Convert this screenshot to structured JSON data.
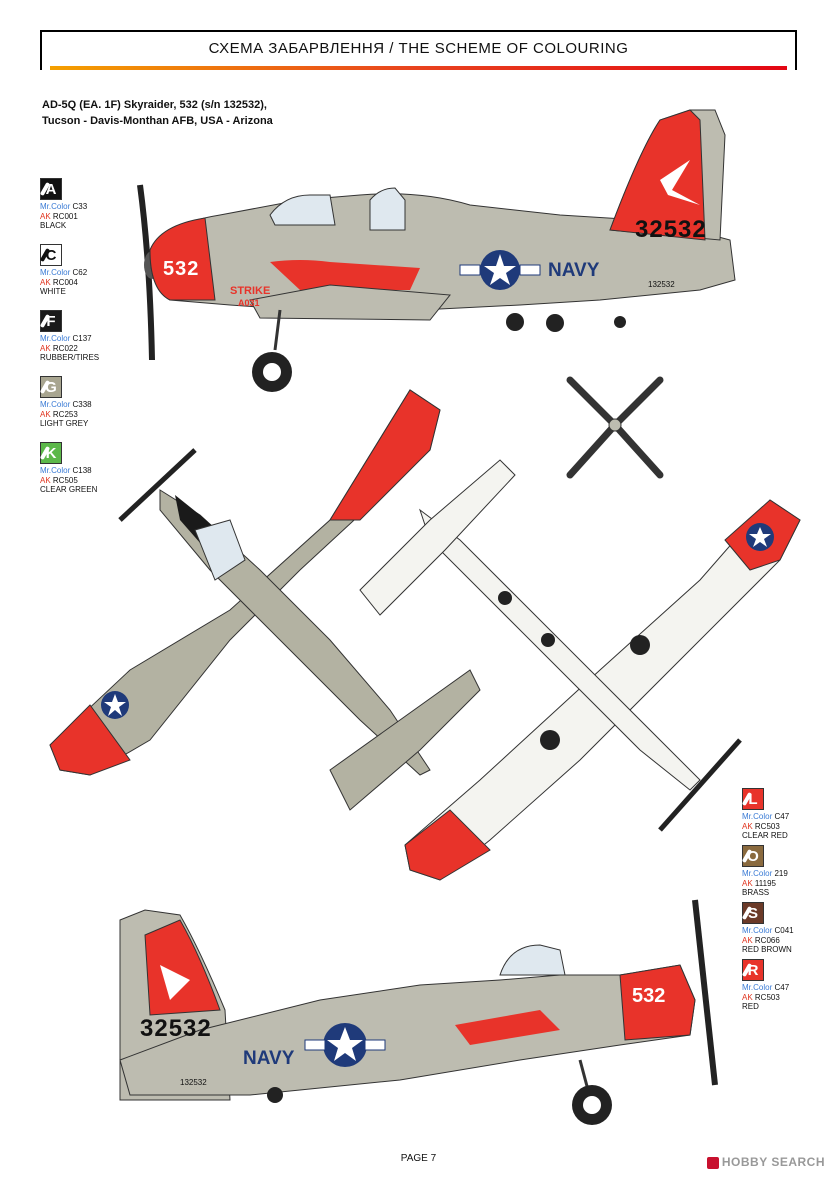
{
  "header": {
    "title": "СХЕМА ЗАБАРВЛЕННЯ / THE SCHEME OF COLOURING"
  },
  "subtitle": {
    "line1": "AD-5Q (EA. 1F) Skyraider, 532 (s/n 132532),",
    "line2": "Tucson - Davis-Monthan AFB, USA - Arizona"
  },
  "colors_left": [
    {
      "letter": "A",
      "swatch": "#111111",
      "mr": "Mr.Color",
      "mr_code": "C33",
      "ak": "AK",
      "ak_code": "RC001",
      "name": "BLACK"
    },
    {
      "letter": "C",
      "swatch": "#ffffff",
      "mr": "Mr.Color",
      "mr_code": "C62",
      "ak": "AK",
      "ak_code": "RC004",
      "name": "WHITE"
    },
    {
      "letter": "F",
      "swatch": "#1a1a1a",
      "mr": "Mr.Color",
      "mr_code": "C137",
      "ak": "AK",
      "ak_code": "RC022",
      "name": "RUBBER/TIRES"
    },
    {
      "letter": "G",
      "swatch": "#a8a590",
      "mr": "Mr.Color",
      "mr_code": "C338",
      "ak": "AK",
      "ak_code": "RC253",
      "name": "LIGHT GREY"
    },
    {
      "letter": "K",
      "swatch": "#5cb84a",
      "mr": "Mr.Color",
      "mr_code": "C138",
      "ak": "AK",
      "ak_code": "RC505",
      "name": "CLEAR GREEN"
    }
  ],
  "colors_right": [
    {
      "letter": "L",
      "swatch": "#e8332a",
      "mr": "Mr.Color",
      "mr_code": "C47",
      "ak": "AK",
      "ak_code": "RC503",
      "name": "CLEAR RED"
    },
    {
      "letter": "O",
      "swatch": "#8a6a3e",
      "mr": "Mr.Color",
      "mr_code": "219",
      "ak": "AK",
      "ak_code": "11195",
      "name": "BRASS"
    },
    {
      "letter": "S",
      "swatch": "#6b3a28",
      "mr": "Mr.Color",
      "mr_code": "C041",
      "ak": "AK",
      "ak_code": "RC066",
      "name": "RED BROWN"
    },
    {
      "letter": "R",
      "swatch": "#e8332a",
      "mr": "Mr.Color",
      "mr_code": "C47",
      "ak": "AK",
      "ak_code": "RC503",
      "name": "RED"
    }
  ],
  "markings": {
    "tail_number": "32532",
    "nose_number": "532",
    "navy": "NAVY",
    "strike": "STRIKE",
    "small_code": "A031",
    "small_serial": "132532"
  },
  "footer": {
    "page": "PAGE 7"
  },
  "watermark": {
    "text": "HOBBY SEARCH"
  }
}
